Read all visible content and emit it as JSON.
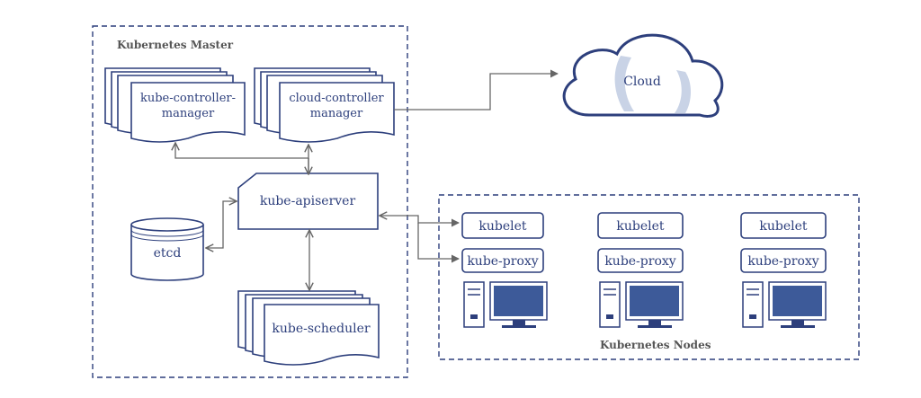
{
  "master": {
    "title": "Kubernetes Master",
    "kcm": {
      "line1": "kube-controller-",
      "line2": "manager"
    },
    "ccm": {
      "line1": "cloud-controller",
      "line2": "manager"
    },
    "apiserver": "kube-apiserver",
    "etcd": "etcd",
    "scheduler": "kube-scheduler"
  },
  "cloud": {
    "label": "Cloud"
  },
  "nodes": {
    "title": "Kubernetes Nodes",
    "items": [
      {
        "kubelet": "kubelet",
        "proxy": "kube-proxy"
      },
      {
        "kubelet": "kubelet",
        "proxy": "kube-proxy"
      },
      {
        "kubelet": "kubelet",
        "proxy": "kube-proxy"
      }
    ]
  },
  "colors": {
    "stroke": "#2d3f7c",
    "text": "#2d3f7c",
    "connector": "#666666",
    "monitor_screen": "#3d5a99",
    "cloud_accent": "#c9d3e6"
  }
}
